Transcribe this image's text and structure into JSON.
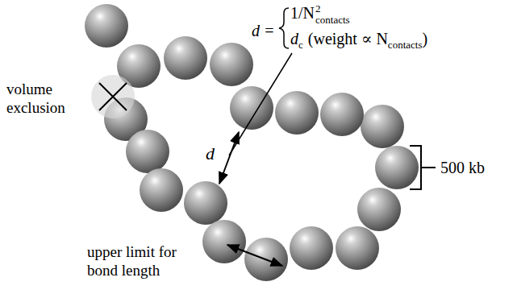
{
  "diagram": {
    "labels": [
      "volume exclusion",
      "d =",
      "1/N",
      "2",
      "contacts",
      "d",
      "c",
      "(weight ∝ N",
      "contacts",
      ")",
      "d",
      "500 kb",
      "upper limit for bond length"
    ]
  }
}
